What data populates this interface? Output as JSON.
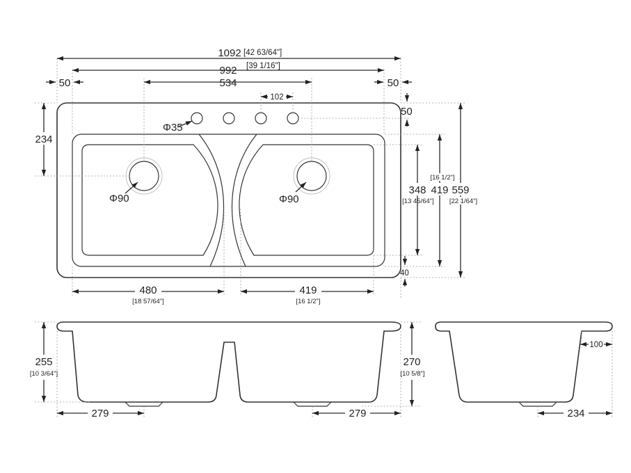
{
  "dims": {
    "overall_len": "1092",
    "overall_len_in": "[42 63/64\"]",
    "inner_len": "992",
    "inner_len_in": "[39 1/16\"]",
    "edge_left": "50",
    "center_span": "534",
    "edge_right": "50",
    "hole_pitch": "102",
    "top_edge": "50",
    "drain_y": "234",
    "tap_hole": "Φ35",
    "left_drain": "Φ90",
    "right_drain": "Φ90",
    "bowl_h": "348",
    "bowl_h_in": "[13 45/64\"]",
    "inner_w": "419",
    "inner_w_in": "[16 1/2\"]",
    "overall_w": "559",
    "overall_w_in": "[22 1/64\"]",
    "bottom_edge": "40",
    "left_bowl": "480",
    "left_bowl_in": "[18 57/64\"]",
    "right_bowl": "419",
    "right_bowl_in": "[16 1/2\"]",
    "depth_left": "255",
    "depth_left_in": "[10 3/64\"]",
    "depth_right": "270",
    "depth_right_in": "[10 5/8\"]",
    "drain_off_left": "279",
    "drain_off_right": "279",
    "side_rim": "100",
    "side_drain": "234"
  }
}
